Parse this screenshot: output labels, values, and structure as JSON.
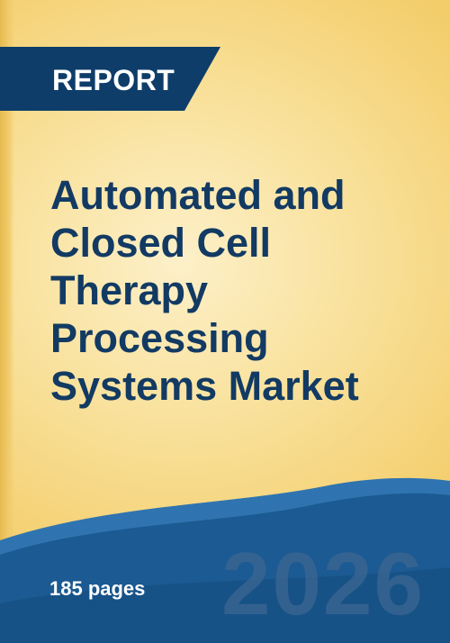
{
  "badge": {
    "label": "REPORT"
  },
  "title": {
    "lines": [
      "Automated and",
      "Closed Cell",
      "Therapy",
      "Processing",
      "Systems Market"
    ]
  },
  "footer": {
    "pages": "185 pages",
    "year": "2026"
  },
  "colors": {
    "background_light": "#fdf0c9",
    "background_gold": "#f3cd6a",
    "title_navy": "#123a63",
    "badge_blue": "#0f3d69",
    "wave_blue": "#1b5a92",
    "wave_light": "#2f74b0",
    "year_text": "#3d6692"
  }
}
